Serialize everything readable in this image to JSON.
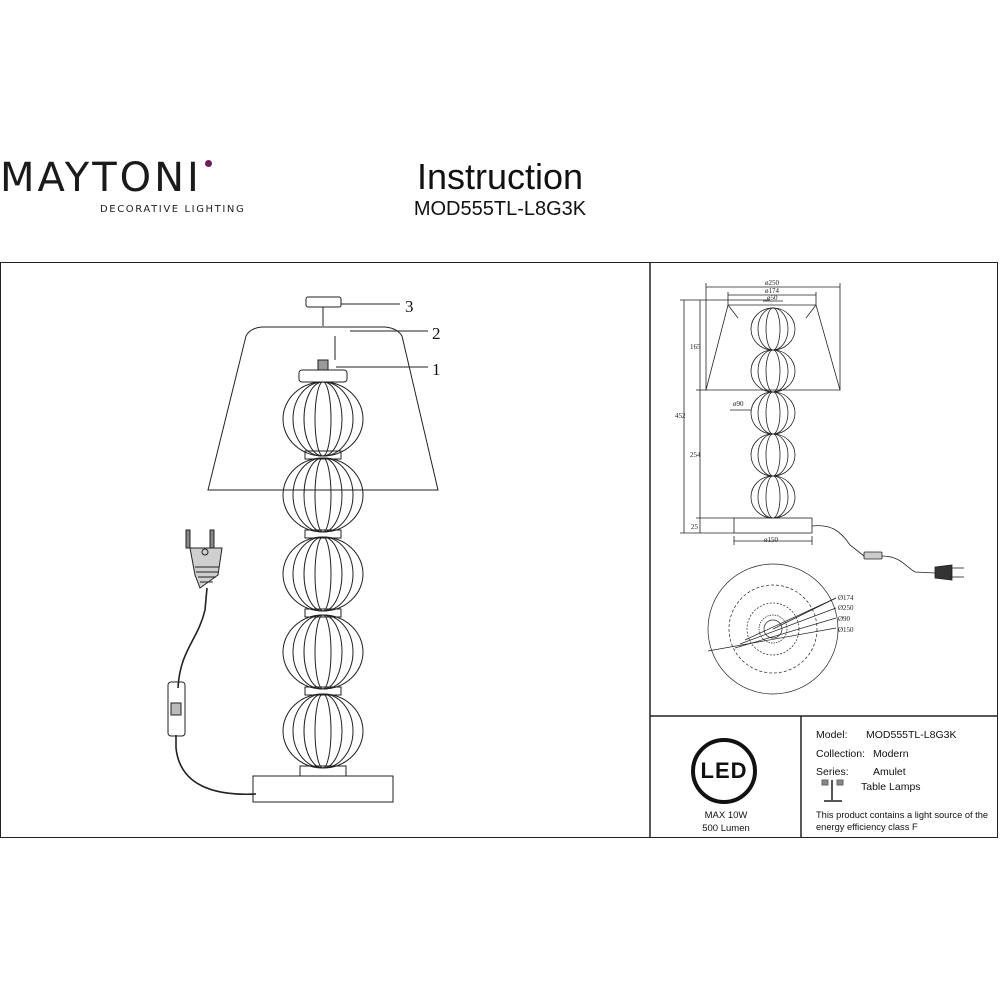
{
  "brand": {
    "name": "MAYTONI",
    "subtitle": "DECORATIVE LIGHTING"
  },
  "document": {
    "title": "Instruction",
    "model": "MOD555TL-L8G3K"
  },
  "callouts": [
    "1",
    "2",
    "3"
  ],
  "dimensions": {
    "top": [
      "ø250",
      "ø174",
      "ø50"
    ],
    "left": [
      "165",
      "452",
      "254",
      "25"
    ],
    "side": [
      "ø90"
    ],
    "bottom": [
      "ø150"
    ],
    "plan": [
      "Ø174",
      "Ø250",
      "Ø90",
      "Ø150"
    ]
  },
  "led": {
    "badge": "LED",
    "power": "MAX 10W",
    "lumen": "500 Lumen"
  },
  "product_info": {
    "model_label": "Model:",
    "model_value": "MOD555TL-L8G3K",
    "collection_label": "Collection:",
    "collection_value": "Modern",
    "series_label": "Series:",
    "series_value": "Amulet",
    "category": "Table Lamps",
    "energy_note": "This product contains a light source of the energy efficiency class F"
  },
  "colors": {
    "logo_accent": "#6b1e5a",
    "line": "#222222"
  }
}
